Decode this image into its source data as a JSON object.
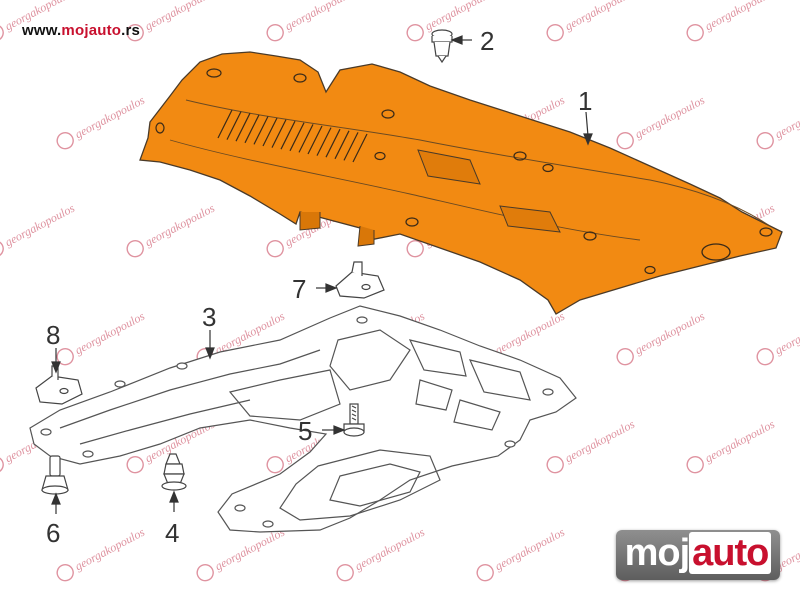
{
  "site": {
    "url_prefix": "www.",
    "url_accent": "mojauto",
    "url_suffix": ".rs"
  },
  "watermark": {
    "text": "georgakopoulos"
  },
  "callouts": {
    "c1": "1",
    "c2": "2",
    "c3": "3",
    "c4": "4",
    "c5": "5",
    "c6": "6",
    "c7": "7",
    "c8": "8"
  },
  "logo": {
    "part1": "moj",
    "part2": "auto"
  },
  "colors": {
    "main_part": "#f28a12",
    "line": "#555555",
    "watermark": "#c43a52",
    "brand": "#c8102e"
  }
}
